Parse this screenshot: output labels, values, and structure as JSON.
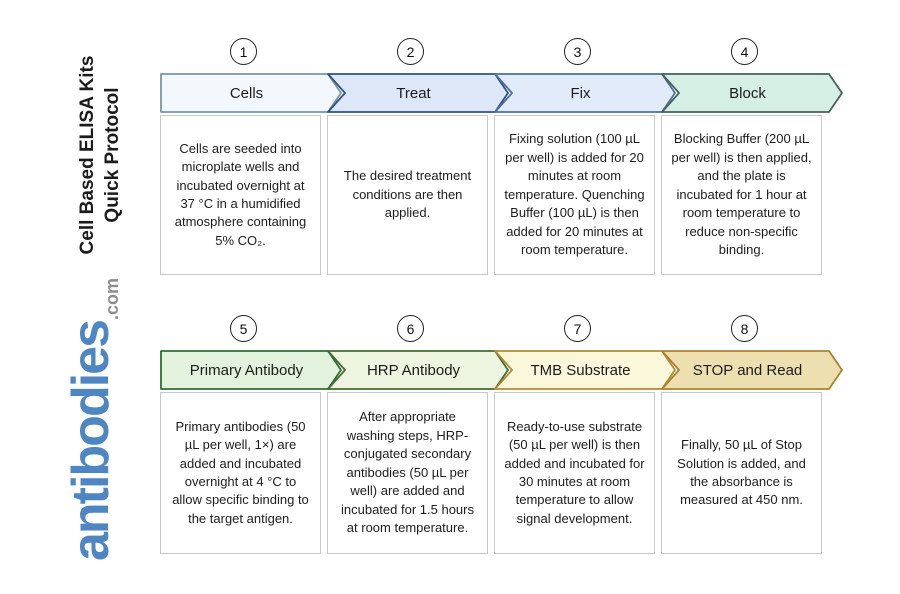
{
  "sidebar": {
    "title_line1": "Cell Based ELISA Kits",
    "title_line2": "Quick Protocol",
    "logo_text": "antibodies",
    "logo_suffix": ".com",
    "logo_color": "#4e86c4",
    "logo_suffix_color": "#8e8e8e"
  },
  "steps": [
    {
      "number": "1",
      "label": "Cells",
      "description": "Cells are seeded into microplate wells and incubated overnight at 37 °C in a humidified atmosphere containing 5% CO₂.",
      "fill": "#f3f8fd",
      "stroke": "#7b93ad"
    },
    {
      "number": "2",
      "label": "Treat",
      "description": "The desired treatment conditions are then applied.",
      "fill": "#dde7f8",
      "stroke": "#2e5380"
    },
    {
      "number": "3",
      "label": "Fix",
      "description": "Fixing solution (100 µL per well) is added for 20 minutes at room temperature. Quenching Buffer (100 µL) is then added for 20 minutes at room temperature.",
      "fill": "#e2ebfa",
      "stroke": "#48709f"
    },
    {
      "number": "4",
      "label": "Block",
      "description": "Blocking Buffer (200 µL per well) is then applied, and the plate is incubated for 1 hour at room temperature to reduce non-specific binding.",
      "fill": "#d6efe5",
      "stroke": "#46615a"
    },
    {
      "number": "5",
      "label": "Primary Antibody",
      "description": "Primary antibodies (50 µL per well, 1×) are added and incubated overnight at 4 °C to allow specific binding to the target antigen.",
      "fill": "#e3f2dd",
      "stroke": "#2f6d33"
    },
    {
      "number": "6",
      "label": "HRP Antibody",
      "description": "After appropriate washing steps, HRP-conjugated secondary antibodies (50 µL per well) are added and incubated for 1.5 hours at room temperature.",
      "fill": "#edf4df",
      "stroke": "#446b33"
    },
    {
      "number": "7",
      "label": "TMB Substrate",
      "description": "Ready-to-use substrate (50 µL per well) is then added and incubated for 30 minutes at room temperature to allow signal development.",
      "fill": "#fbf7da",
      "stroke": "#ad8d33"
    },
    {
      "number": "8",
      "label": "STOP and Read",
      "description": "Finally, 50 µL of Stop Solution is added, and the absorbance is measured at 450 nm.",
      "fill": "#eedfb1",
      "stroke": "#a8822d"
    }
  ]
}
